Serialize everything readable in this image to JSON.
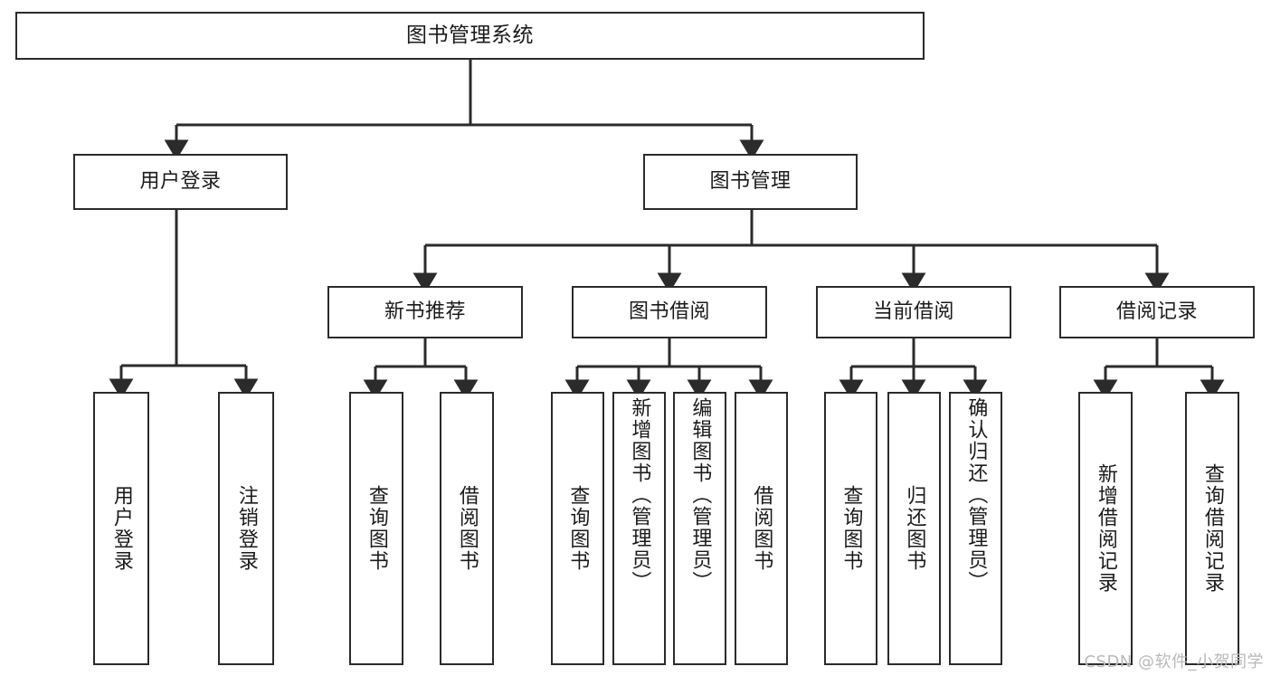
{
  "diagram": {
    "title": "图书管理系统",
    "type": "tree-hierarchy",
    "watermark": "CSDN @软件_小贺同学",
    "colors": {
      "stroke": "#2b2b2b",
      "fill": "#ffffff",
      "text": "#1b1b1b",
      "watermark": "#b9b9b9"
    },
    "root": {
      "label": "图书管理系统"
    },
    "level2": [
      {
        "id": "user-login",
        "label": "用户登录"
      },
      {
        "id": "book-management",
        "label": "图书管理"
      }
    ],
    "level3": [
      {
        "id": "new-book-recommend",
        "label": "新书推荐"
      },
      {
        "id": "book-borrow",
        "label": "图书借阅"
      },
      {
        "id": "current-borrow",
        "label": "当前借阅"
      },
      {
        "id": "borrow-record",
        "label": "借阅记录"
      }
    ],
    "leaves": {
      "user_login": [
        {
          "id": "leaf-user-login",
          "label": "用户登录"
        },
        {
          "id": "leaf-logout-login",
          "label": "注销登录"
        }
      ],
      "new_book_recommend": [
        {
          "id": "leaf-query-book-1",
          "label": "查询图书"
        },
        {
          "id": "leaf-borrow-book-1",
          "label": "借阅图书"
        }
      ],
      "book_borrow": [
        {
          "id": "leaf-query-book-2",
          "label": "查询图书"
        },
        {
          "id": "leaf-add-book-admin",
          "label": "新增图书（管理员）"
        },
        {
          "id": "leaf-edit-book-admin",
          "label": "编辑图书（管理员）"
        },
        {
          "id": "leaf-borrow-book-2",
          "label": "借阅图书"
        }
      ],
      "current_borrow": [
        {
          "id": "leaf-query-book-3",
          "label": "查询图书"
        },
        {
          "id": "leaf-return-book",
          "label": "归还图书"
        },
        {
          "id": "leaf-confirm-return-admin",
          "label": "确认归还（管理员）"
        }
      ],
      "borrow_record": [
        {
          "id": "leaf-add-borrow-record",
          "label": "新增借阅记录"
        },
        {
          "id": "leaf-query-borrow-record",
          "label": "查询借阅记录"
        }
      ]
    }
  }
}
